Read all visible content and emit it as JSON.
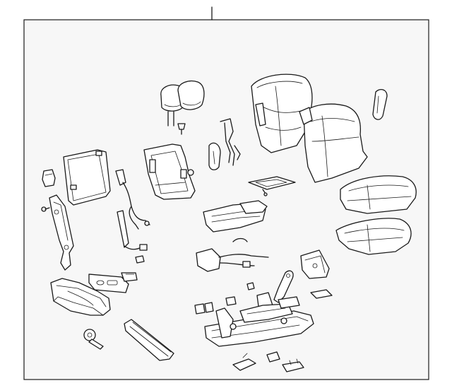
{
  "colors": {
    "background": "#ffffff",
    "panel_fill": "#f7f7f7",
    "line": "#1a1a1a"
  },
  "parts": [
    {
      "id": "leader-line",
      "icon": "callout-line"
    },
    {
      "id": "headrest-left",
      "icon": "headrest"
    },
    {
      "id": "headrest-right",
      "icon": "headrest"
    },
    {
      "id": "headrest-guide",
      "icon": "guide-post"
    },
    {
      "id": "seatback-panel",
      "icon": "back-panel"
    },
    {
      "id": "seatback-frame",
      "icon": "back-frame"
    },
    {
      "id": "seatback-trim-cover",
      "icon": "trim-cover"
    },
    {
      "id": "seatback-cushion",
      "icon": "back-cushion"
    },
    {
      "id": "side-trim-piece",
      "icon": "trim-strip"
    },
    {
      "id": "wire-harness-upper",
      "icon": "wire-harness"
    },
    {
      "id": "wire-harness-lower",
      "icon": "wire-harness"
    },
    {
      "id": "seat-cushion-cover",
      "icon": "cushion-cover"
    },
    {
      "id": "seat-cushion-pad",
      "icon": "cushion-pad"
    },
    {
      "id": "lumbar-module",
      "icon": "lumbar"
    },
    {
      "id": "heater-mat",
      "icon": "heater-mat"
    },
    {
      "id": "side-shield",
      "icon": "side-shield"
    },
    {
      "id": "side-shield-bezel",
      "icon": "bezel"
    },
    {
      "id": "switch-knob",
      "icon": "switch"
    },
    {
      "id": "recliner-arm",
      "icon": "recliner-arm"
    },
    {
      "id": "seat-track-adjuster",
      "icon": "seat-track"
    },
    {
      "id": "track-cover",
      "icon": "track-cover"
    },
    {
      "id": "recliner-handle",
      "icon": "handle"
    },
    {
      "id": "bracket-trim",
      "icon": "bracket"
    },
    {
      "id": "small-pad",
      "icon": "pad"
    },
    {
      "id": "clip-fastener",
      "icon": "clip"
    },
    {
      "id": "bolt",
      "icon": "bolt"
    },
    {
      "id": "control-knob",
      "icon": "knob"
    }
  ]
}
